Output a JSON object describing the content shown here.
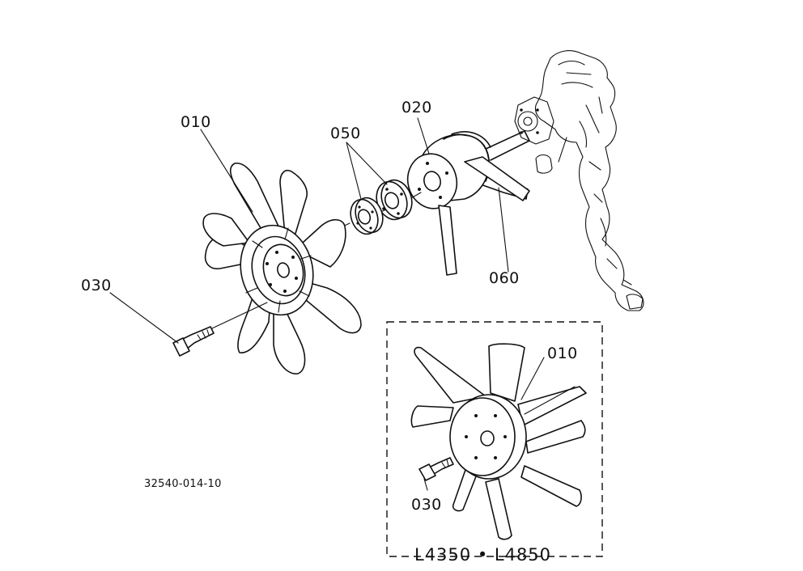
{
  "parts": [
    {
      "id": "fan",
      "label": "010"
    },
    {
      "id": "pulley",
      "label": "020"
    },
    {
      "id": "bolt",
      "label": "030"
    },
    {
      "id": "spacers",
      "label": "050"
    },
    {
      "id": "belt",
      "label": "060"
    }
  ],
  "inset": {
    "fan_label": "010",
    "bolt_label": "030",
    "models": "L4350 • L4850"
  },
  "drawing_number": "32540-014-10"
}
